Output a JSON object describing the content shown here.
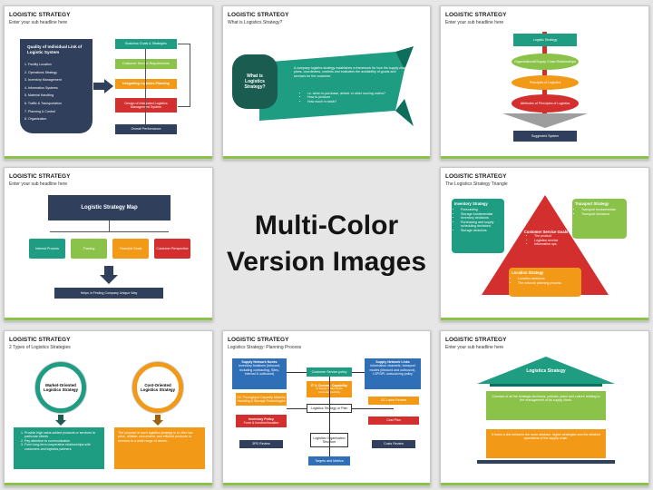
{
  "center": {
    "line1": "Multi-Color",
    "line2": "Version Images"
  },
  "slide1": {
    "title": "LOGISTIC STRATEGY",
    "subtitle": "Enter your sub headline here",
    "box_title": "Quality of Individual Link of Logistic System",
    "list": [
      "1.   Facility Location",
      "2.   Operations Strategy",
      "3.   Inventory Management",
      "4.   Information Systems",
      "5.   Material Handling",
      "6.   Traffic & Transportation",
      "7.   Planning & Control",
      "8.   Organization"
    ],
    "flow": [
      "Business Goals & Strategies",
      "Customer Service Requirements",
      "Integrating Logistics Planning",
      "Design of Integrated Logistics Management System",
      "Overall Performance"
    ]
  },
  "slide2": {
    "title": "LOGISTIC STRATEGY",
    "subtitle": "What is Logistics Strategy?",
    "circle": "What is Logistics Strategy?",
    "text": "A company logistics strategy establishes a framework for how the supply chain plans, coordinates, controls and evaluates the availability of goods and services for the customer.",
    "bullets": [
      "i.e. when to purchase, deliver or other moving orders?",
      "How to produce",
      "How much in stock?"
    ]
  },
  "slide3": {
    "title": "LOGISTIC STRATEGY",
    "subtitle": "Enter your sub headline here",
    "items": [
      "Logistic Strategy",
      "Organizational/Supply Chain Relationships",
      "Principles of Logistics",
      "Attributes of Principles of Logistics"
    ],
    "bottom": "Suggested System"
  },
  "slide4": {
    "title": "LOGISTIC STRATEGY",
    "subtitle": "Enter your sub headline here",
    "top": "Logistic Strategy Map",
    "boxes": [
      "Internal Process",
      "Training",
      "Financial Goals",
      "Customer Perspective"
    ],
    "bottom": "Helps in Finding Company Unique Way"
  },
  "slide5": {
    "title": "LOGISTIC STRATEGY",
    "subtitle": "The Logistics Strategy Triangle",
    "inventory_title": "Inventory Strategy",
    "inventory_items": [
      "Forecasting",
      "Storage fundamentals",
      "Inventory decisions",
      "Purchasing and supply scheduling decisions",
      "Storage decisions"
    ],
    "transport_title": "Transport Strategy",
    "transport_items": [
      "Transport fundamentals",
      "Transport decisions"
    ],
    "center_title": "Customer Service Goals",
    "center_items": [
      "The product",
      "Logistics service",
      "Information sys."
    ],
    "location_title": "Location Strategy",
    "location_items": [
      "Location decisions",
      "The network planning process"
    ]
  },
  "slide6": {
    "title": "LOGISTIC STRATEGY",
    "subtitle": "2 Types of Logistics Strategies",
    "left_circle": "Market-Oriented Logistics Strategy",
    "right_circle": "Cost-Oriented Logistics Strategy",
    "left_bullets": [
      "Provide high value-added products or services to particular clients",
      "Pay attention to communication",
      "Form long-term cooperative relationships with customers and logistics partners"
    ],
    "right_text": "The purpose of such logistics strategy is to offer low price, reliable, convenient, and efficient products or services to a wide range of clients."
  },
  "slide7": {
    "title": "LOGISTIC STRATEGY",
    "subtitle": "Logistics Strategy: Planning Process",
    "left_top_title": "Supply Network Nodes",
    "left_top_text": "Inventory locations (inbound, including contracting, Sites, internal & outbound)",
    "right_top_title": "Supply Network Links",
    "right_top_text": "Information channels, transport modes (inbound and outbound), LSP/3PL outsourcing policy",
    "center_boxes": [
      "Customer Service policy",
      "IT & Comms. Capability",
      "Logistics Strategy or Plan",
      "Logistics Organisation Structure",
      "Targets and Metrics"
    ],
    "center_sub": "of Supply Chain Cycle Controls/Flexibility",
    "left_orange": "DC Throughput Capacity Material Handling & Storage Technologies",
    "right_orange": "DC Labor Review",
    "left_red_title": "Inventory Policy",
    "left_red_text": "Form & function/location",
    "right_red": "Cost Plan",
    "left_bottom": "3PD Review",
    "right_bottom": "Costs Review"
  },
  "slide8": {
    "title": "LOGISTIC STRATEGY",
    "subtitle": "Enter your sub headline here",
    "roof": "Logistics Strategy",
    "text1": "Consists of all the strategic decisions, policies, plans and culture relating to the management of its supply chain.",
    "text2": "It forms a link between the more abstract, higher strategies and the detailed operations of the supply chain."
  }
}
